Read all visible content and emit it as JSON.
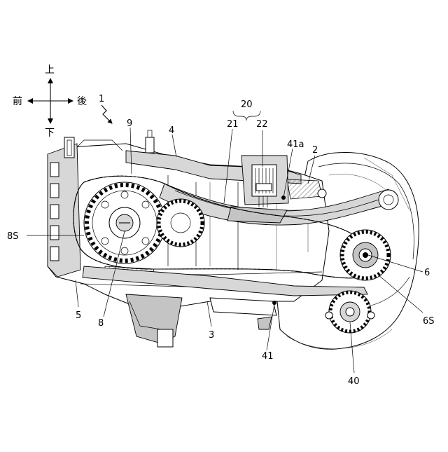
{
  "direction_indicator": {
    "up": "上",
    "down": "下",
    "front": "前",
    "rear": "後"
  },
  "labels": {
    "engine": "1",
    "chain_guide_lower": "3",
    "chain_guide_upper": "2",
    "cylinder_head_cover": "4",
    "crank_case": "5",
    "crank_shaft": "6",
    "crank_sprocket": "6S",
    "camshaft": "8",
    "cam_sprocket": "8S",
    "cam_chain": "9",
    "tensioner": "20",
    "tensioner_21": "21",
    "tensioner_22": "22",
    "pump": "40",
    "pivot": "41",
    "pivot_a": "41a"
  }
}
